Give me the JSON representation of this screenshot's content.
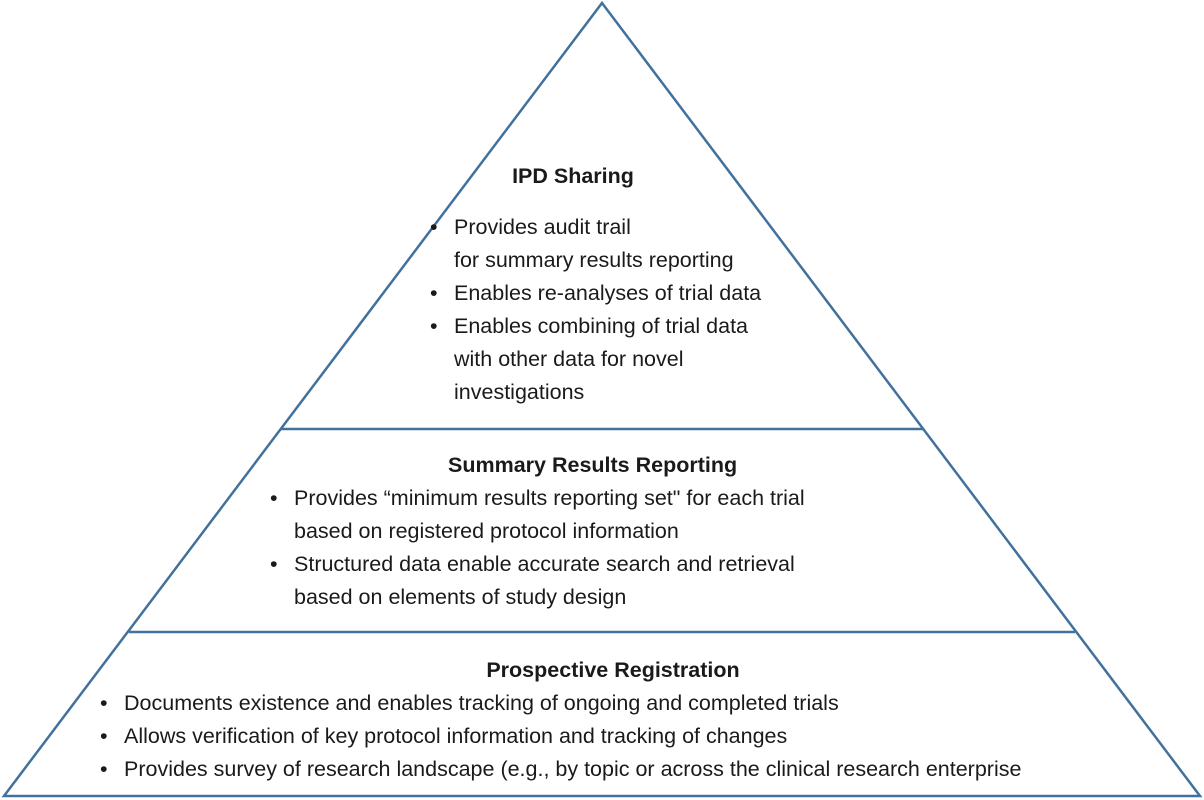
{
  "diagram": {
    "line_color": "#41719c",
    "tiers": [
      {
        "title": "IPD Sharing",
        "bullets": [
          [
            "Provides audit trail",
            "for summary results reporting"
          ],
          [
            "Enables re-analyses of trial data"
          ],
          [
            "Enables combining of trial data",
            "with other data for novel",
            "investigations"
          ]
        ]
      },
      {
        "title": "Summary Results Reporting",
        "bullets": [
          [
            "Provides “minimum results reporting set\" for each trial",
            "based on registered protocol information"
          ],
          [
            "Structured data enable accurate search and retrieval",
            "based on elements of study design"
          ]
        ]
      },
      {
        "title": "Prospective Registration",
        "bullets": [
          [
            "Documents existence and enables tracking of ongoing and completed trials"
          ],
          [
            "Allows verification of key protocol information and tracking of changes"
          ],
          [
            "Provides survey of research landscape (e.g., by topic or across the clinical research enterprise"
          ]
        ]
      }
    ]
  }
}
